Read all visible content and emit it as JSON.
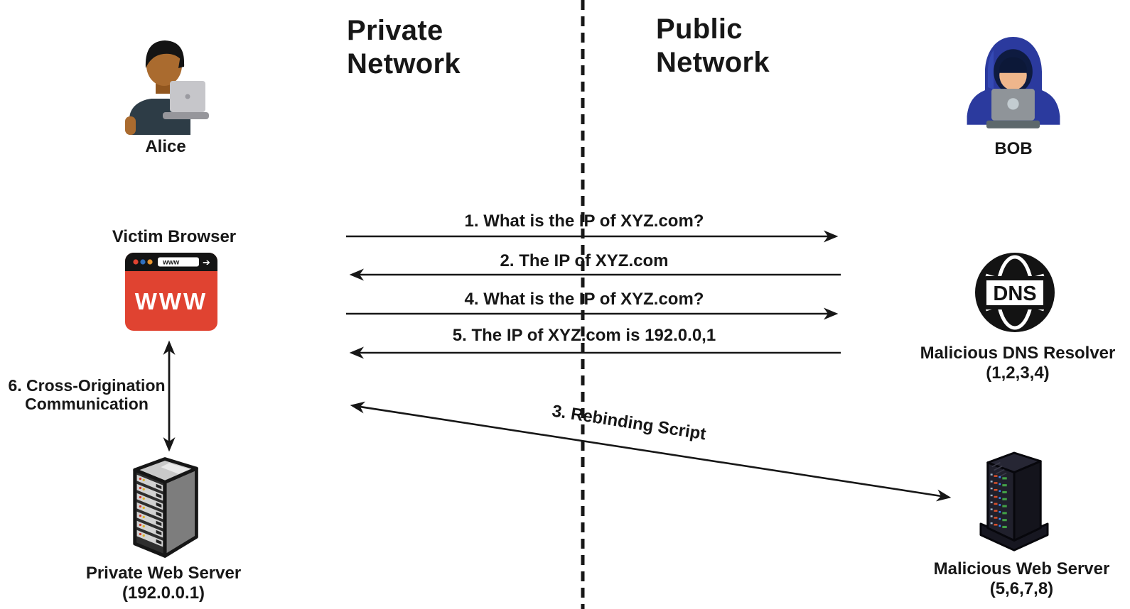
{
  "headings": {
    "private_line1": "Private",
    "private_line2": "Network",
    "public_line1": "Public",
    "public_line2": "Network"
  },
  "actors": {
    "alice": {
      "label": "Alice"
    },
    "bob": {
      "label": "BOB"
    },
    "victim_browser": {
      "title": "Victim Browser",
      "body_text": "WWW",
      "address_text": "www"
    },
    "dns_resolver": {
      "icon_text": "DNS",
      "label": "Malicious DNS Resolver",
      "sublabel": "(1,2,3,4)"
    },
    "private_server": {
      "label": "Private Web Server",
      "sublabel": "(192.0.0.1)"
    },
    "malicious_server": {
      "label": "Malicious Web Server",
      "sublabel": "(5,6,7,8)"
    }
  },
  "messages": {
    "m1": {
      "label": "1. What is the IP of XYZ.com?",
      "direction": "right"
    },
    "m2": {
      "label": "2. The IP of XYZ.com",
      "direction": "left"
    },
    "m3": {
      "label": "3. Rebinding Script",
      "direction": "both"
    },
    "m4": {
      "label": "4. What is the IP of XYZ.com?",
      "direction": "right"
    },
    "m5": {
      "label": "5. The IP of XYZ.com is 192.0.0,1",
      "direction": "left"
    },
    "m6": {
      "line1": "6. Cross-Origination",
      "line2": "Communication",
      "direction": "both"
    }
  },
  "icons": {
    "go_arrow_glyph": "➔"
  },
  "colors": {
    "line": "#171717",
    "browser_red": "#e04331",
    "hoodie_blue": "#2b3a9e",
    "dns_black": "#131313",
    "private_server_gray": "#7d7d7d",
    "malicious_server_dark": "#20202c"
  }
}
